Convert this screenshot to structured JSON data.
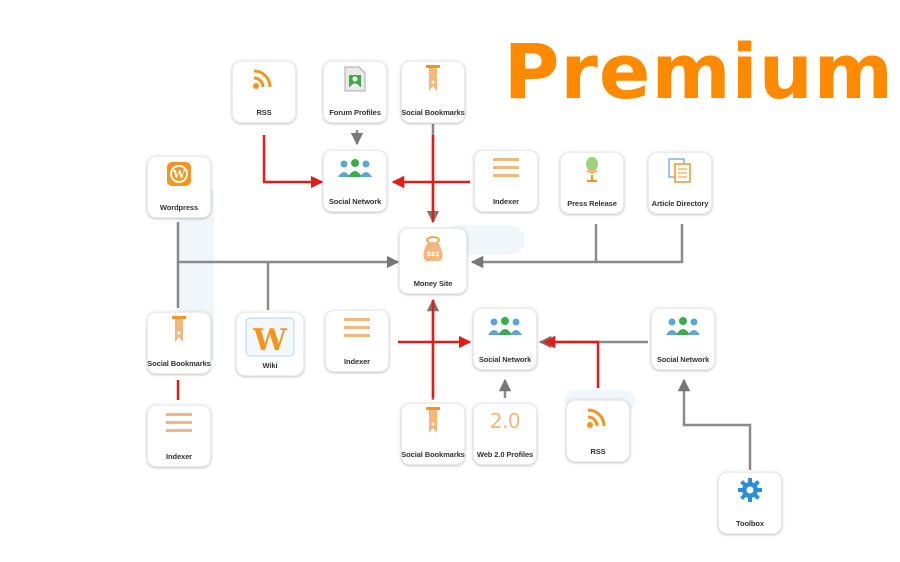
{
  "title": "Premium",
  "colors": {
    "accent": "#ff8a00",
    "link_red": "#e31b1b",
    "link_gray": "#8a8a8a"
  },
  "nodes": {
    "rss_top": {
      "label": "RSS",
      "icon": "rss-icon"
    },
    "forum_profiles": {
      "label": "Forum Profiles",
      "icon": "forum-profile-icon"
    },
    "social_bookmarks_top": {
      "label": "Social Bookmarks",
      "icon": "bookmark-icon"
    },
    "wordpress": {
      "label": "Wordpress",
      "icon": "wordpress-icon"
    },
    "social_network_top": {
      "label": "Social Network",
      "icon": "people-icon"
    },
    "indexer_top": {
      "label": "Indexer",
      "icon": "list-icon"
    },
    "press_release": {
      "label": "Press Release",
      "icon": "microphone-icon"
    },
    "article_directory": {
      "label": "Article Directory",
      "icon": "documents-icon"
    },
    "money_site": {
      "label": "Money Site",
      "icon": "money-bag-icon"
    },
    "social_bookmarks_left": {
      "label": "Social Bookmarks",
      "icon": "bookmark-icon"
    },
    "wiki": {
      "label": "Wiki",
      "icon": "wiki-icon",
      "letter": "W"
    },
    "indexer_mid": {
      "label": "Indexer",
      "icon": "list-icon"
    },
    "social_network_mid": {
      "label": "Social Network",
      "icon": "people-icon"
    },
    "social_network_right": {
      "label": "Social Network",
      "icon": "people-icon"
    },
    "indexer_bottom": {
      "label": "Indexer",
      "icon": "list-icon"
    },
    "social_bookmarks_bottom": {
      "label": "Social Bookmarks",
      "icon": "bookmark-icon"
    },
    "web20_profiles": {
      "label": "Web 2.0 Profiles",
      "icon": "web20-icon",
      "badge": "2.0"
    },
    "rss_bottom": {
      "label": "RSS",
      "icon": "rss-icon"
    },
    "toolbox": {
      "label": "Toolbox",
      "icon": "gear-icon"
    }
  }
}
